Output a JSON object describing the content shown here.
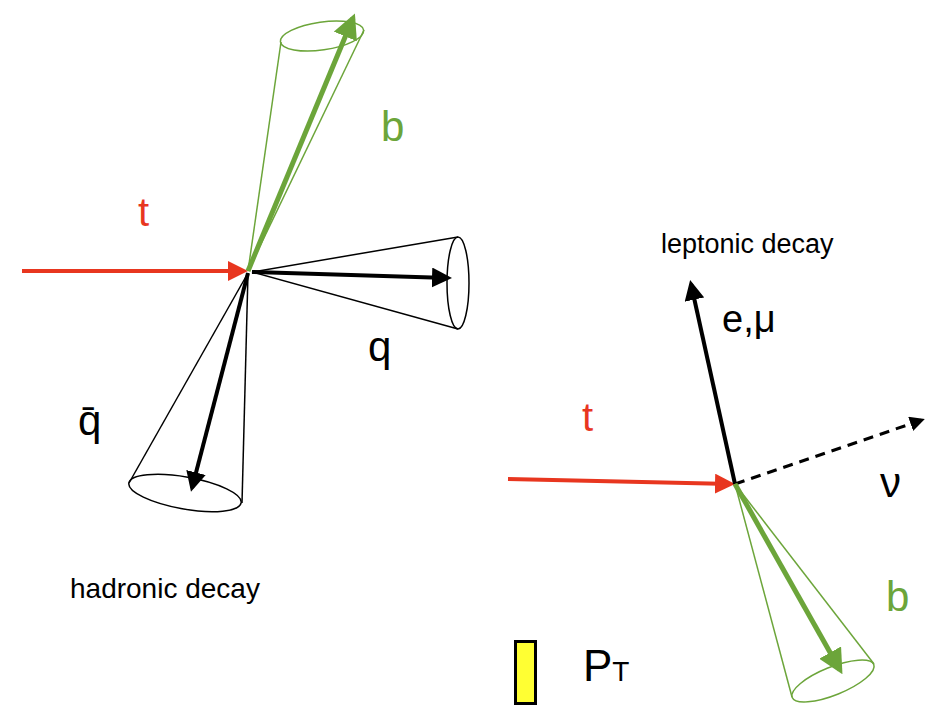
{
  "diagram": {
    "labels": [
      "t",
      "b",
      "q",
      "q̄",
      "hadronic decay",
      "leptonic decay",
      "e,μ",
      "t",
      "ν",
      "b"
    ],
    "legend": [
      {
        "text": "PT",
        "color": "#ffff33"
      }
    ]
  }
}
